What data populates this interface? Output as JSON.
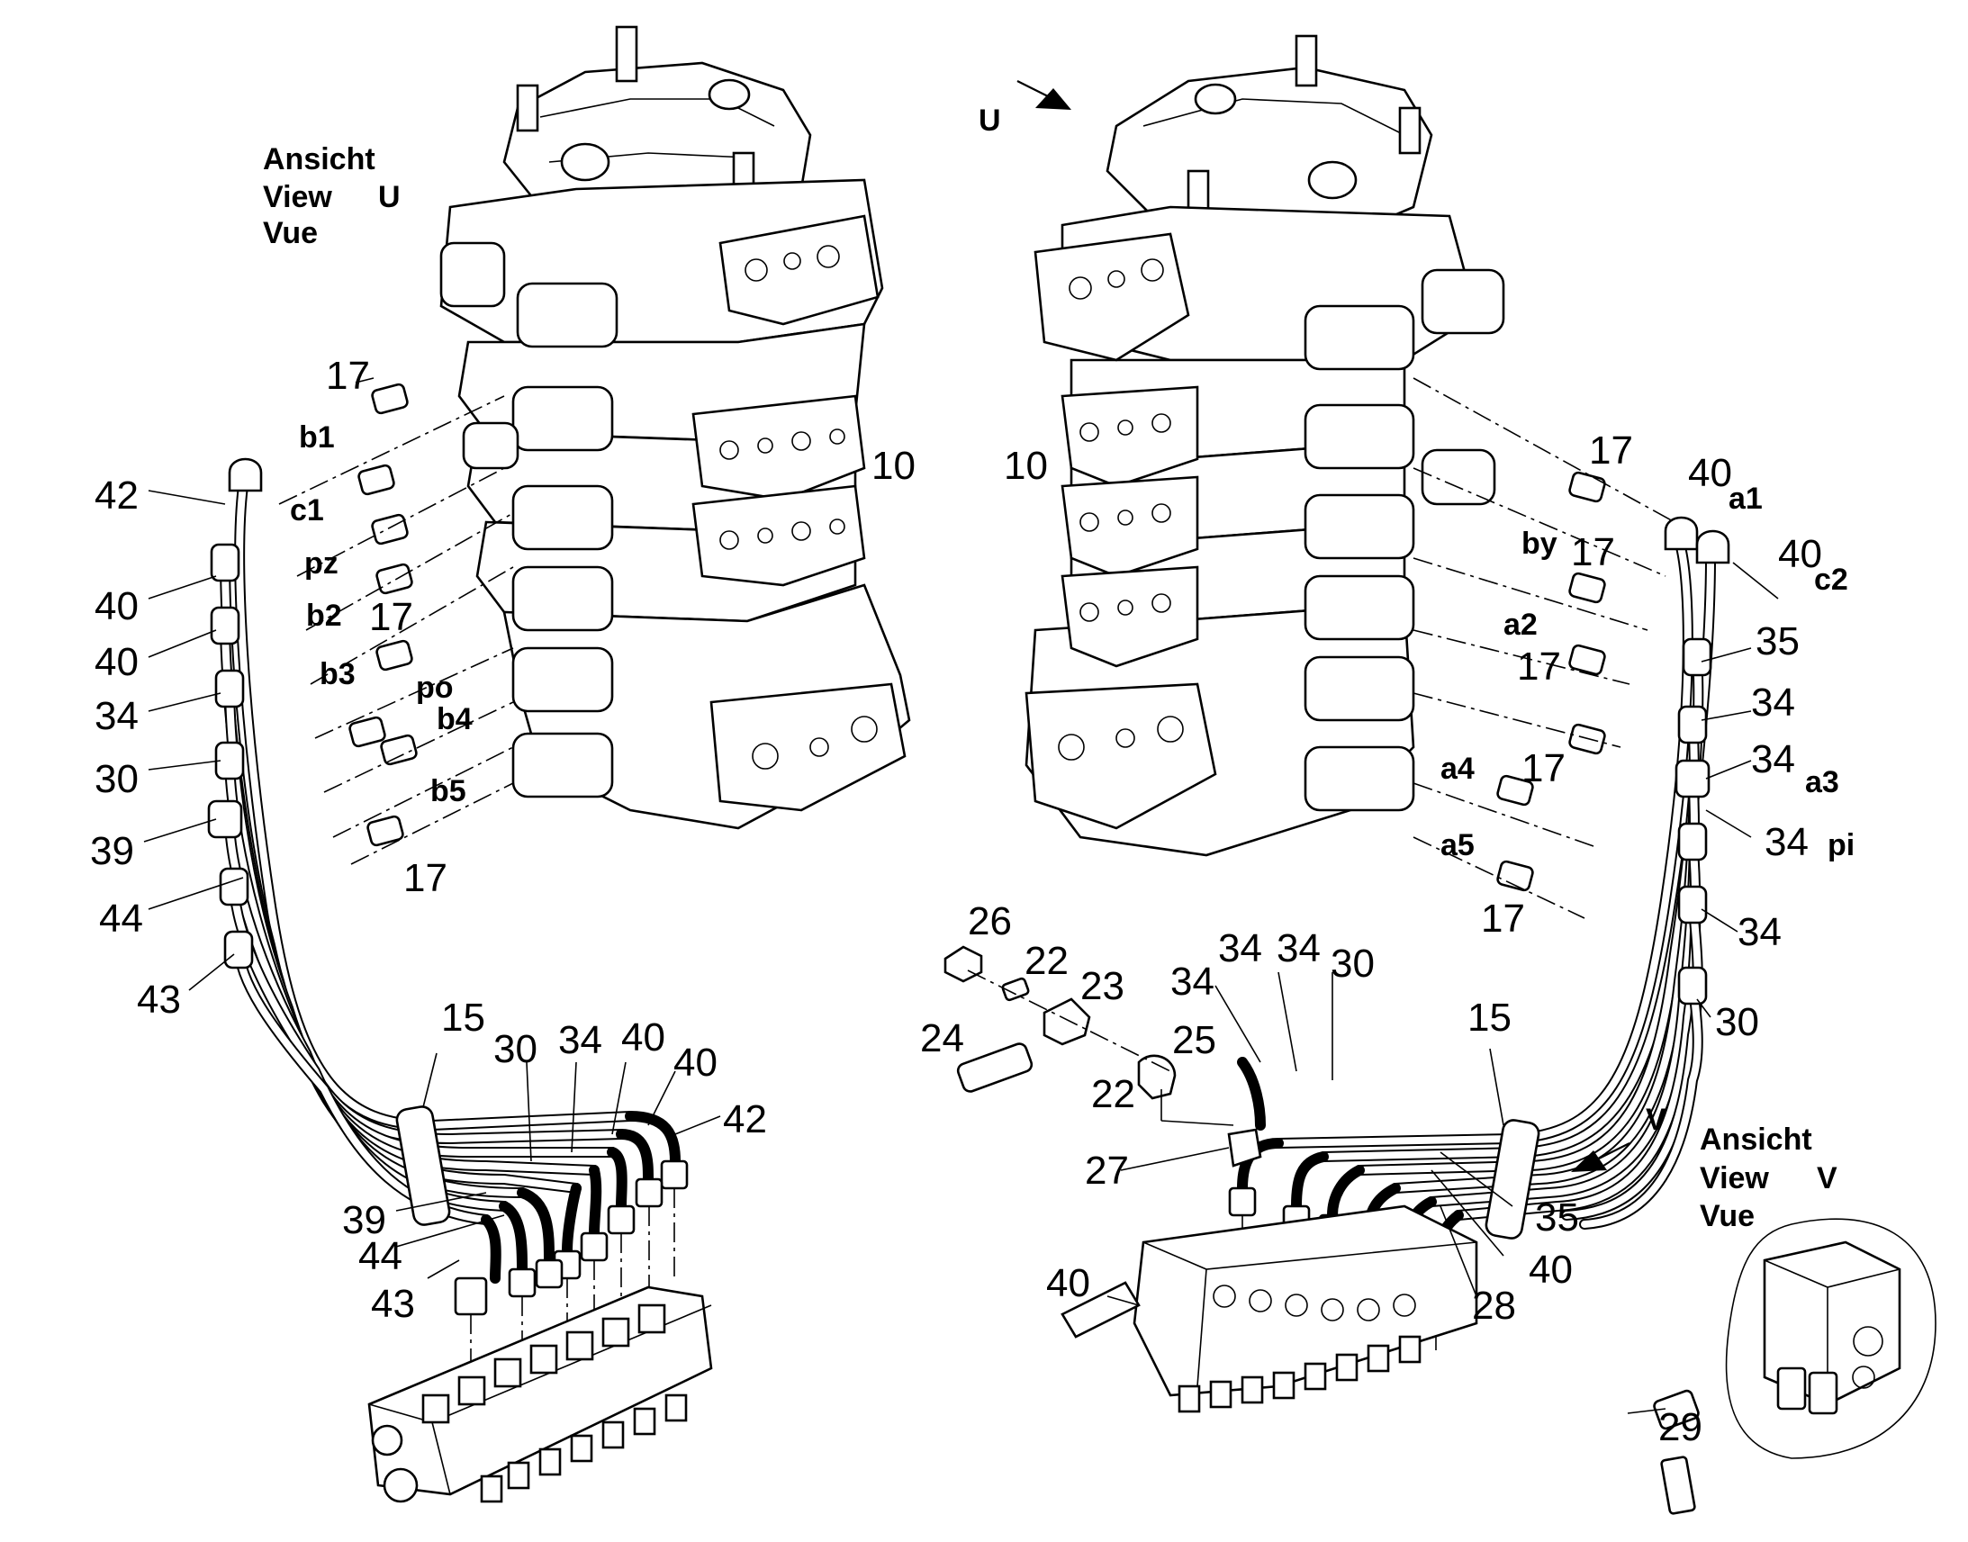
{
  "view_labels": {
    "u": [
      "Ansicht",
      "View",
      "U",
      "Vue"
    ],
    "v": [
      "Ansicht",
      "View",
      "V",
      "Vue"
    ]
  },
  "arrow_labels": {
    "u": "U",
    "v": "V"
  },
  "left_assembly": {
    "part_numbers": [
      "17",
      "10",
      "42",
      "40",
      "40",
      "34",
      "30",
      "39",
      "44",
      "43",
      "17",
      "17",
      "15",
      "30",
      "34",
      "40",
      "40",
      "42",
      "39",
      "44",
      "43"
    ],
    "port_labels": [
      "b1",
      "c1",
      "pz",
      "b2",
      "b3",
      "po",
      "b4",
      "b5"
    ]
  },
  "right_assembly": {
    "part_numbers": [
      "10",
      "17",
      "40",
      "40",
      "17",
      "17",
      "17",
      "17",
      "35",
      "34",
      "34",
      "34",
      "34",
      "30",
      "15",
      "34",
      "34",
      "34",
      "30",
      "25",
      "26",
      "22",
      "23",
      "24",
      "22",
      "27",
      "40",
      "35",
      "40",
      "28",
      "29"
    ],
    "port_labels": [
      "a1",
      "c2",
      "by",
      "a2",
      "a3",
      "pi",
      "a4",
      "a5"
    ]
  }
}
